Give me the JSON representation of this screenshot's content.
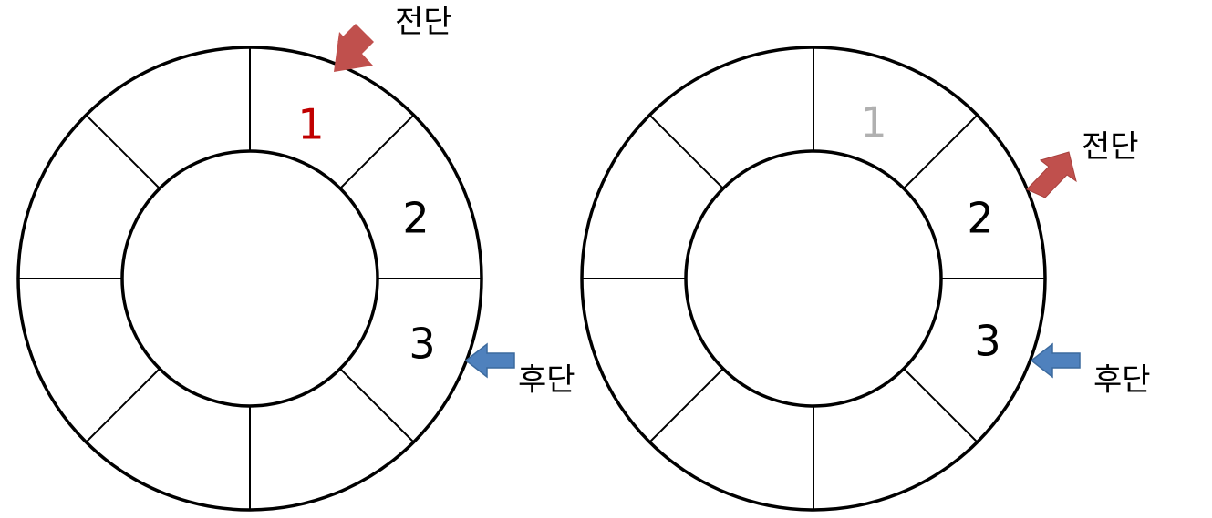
{
  "colors": {
    "front_arrow": "#c0504d",
    "rear_arrow": "#4f81bd",
    "stroke": "#000000",
    "active_value": "#c00000",
    "dequeued_value": "#b0b0b0",
    "normal_value": "#000000"
  },
  "queues": [
    {
      "slots": [
        {
          "value": "1",
          "state": "active"
        },
        {
          "value": "2",
          "state": "normal"
        },
        {
          "value": "3",
          "state": "normal"
        }
      ],
      "front": {
        "label": "전단",
        "icon": "front-pointer-arrow-icon"
      },
      "rear": {
        "label": "후단",
        "icon": "rear-pointer-arrow-icon"
      }
    },
    {
      "slots": [
        {
          "value": "1",
          "state": "dequeued"
        },
        {
          "value": "2",
          "state": "normal"
        },
        {
          "value": "3",
          "state": "normal"
        }
      ],
      "front": {
        "label": "전단",
        "icon": "front-pointer-arrow-icon"
      },
      "rear": {
        "label": "후단",
        "icon": "rear-pointer-arrow-icon"
      }
    }
  ]
}
